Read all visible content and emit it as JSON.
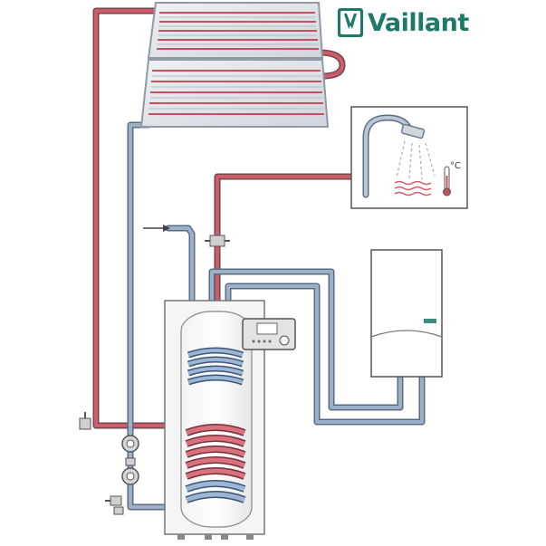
{
  "brand": {
    "name": "Vaillant",
    "logo_icon": "vaillant-rabbit-logo",
    "color": "#1b7a6b"
  },
  "indicators": {
    "temperature_unit": "°C"
  },
  "colors": {
    "hot_pipe": "#c8505a",
    "cold_pipe": "#7d97b3",
    "pipe_outline": "#6b7c90",
    "collector_frame": "#a9b3be",
    "collector_glass": "#e3e8ec"
  }
}
